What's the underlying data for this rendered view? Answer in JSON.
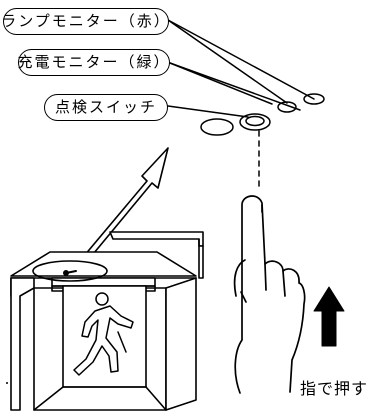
{
  "labels": {
    "lamp_monitor": "ランプモニター（赤）",
    "charge_monitor": "充電モニター（緑）",
    "check_switch": "点検スイッチ",
    "push_caption": "指で押す"
  },
  "colors": {
    "line": "#000000",
    "background": "#ffffff"
  },
  "icons": [
    "exit-running-man-icon",
    "up-arrow-icon",
    "pointing-hand-icon",
    "push-arrow-icon"
  ]
}
